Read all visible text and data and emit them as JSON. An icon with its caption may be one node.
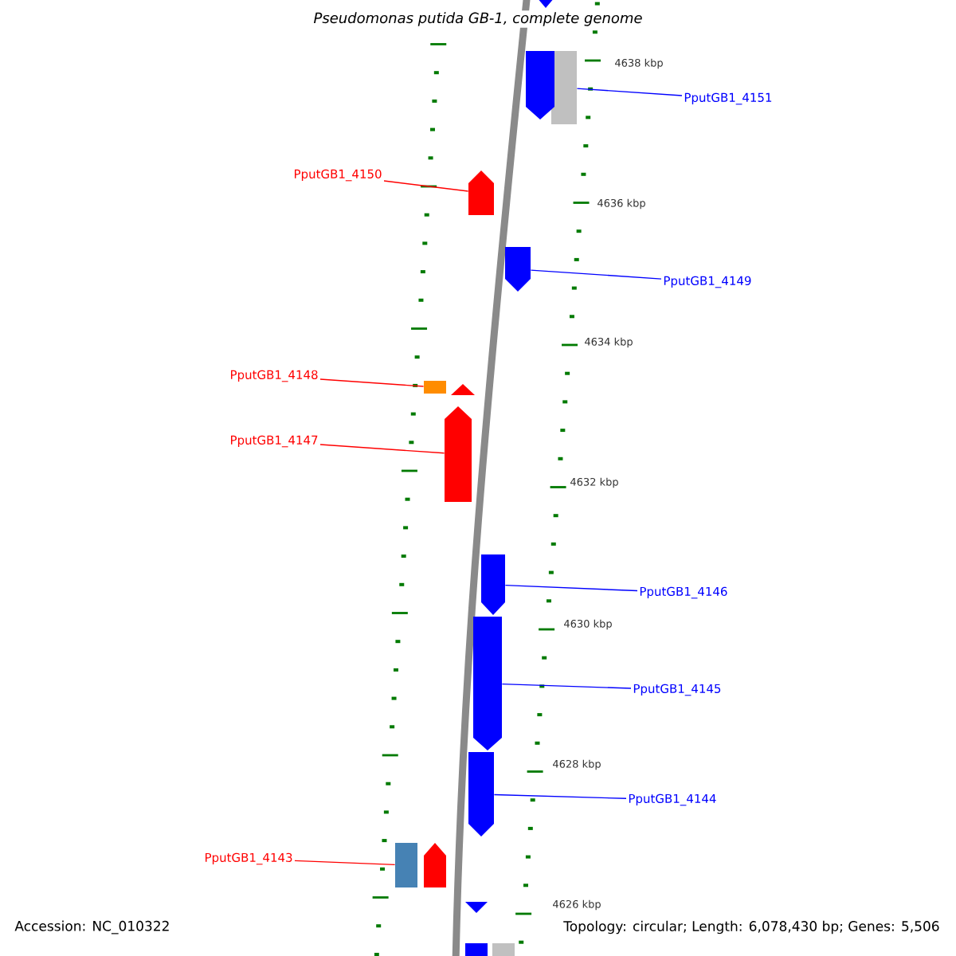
{
  "diagram": {
    "title": "Pseudomonas putida GB-1, complete genome",
    "nodes": [
      {
        "text": [
          "PputGB1_4151"
        ]
      },
      {
        "text": [],
        "shape": "box"
      },
      {
        "text": [
          "PputGB1_4150"
        ]
      },
      {
        "text": [],
        "shape": "arrow"
      },
      {
        "text": [
          "PputGB1_4149"
        ]
      },
      {
        "text": [],
        "shape": "arrow"
      },
      {
        "text": [
          "PputGB1_4148"
        ]
      },
      {
        "text": [],
        "shape": "box"
      },
      {
        "text": [
          "PputGB1_4147"
        ]
      },
      {
        "text": [],
        "shape": "arrow"
      },
      {
        "text": [
          "PputGB1_4146"
        ]
      },
      {
        "text": [],
        "shape": "arrow"
      },
      {
        "text": [
          "PputGB1_4145"
        ]
      },
      {
        "text": [],
        "shape": "arrow"
      },
      {
        "text": [
          "PputGB1_4144"
        ]
      },
      {
        "text": [],
        "shape": "arrow"
      },
      {
        "text": [
          "PputGB1_4143"
        ]
      },
      {
        "text": [],
        "shape": "box"
      },
      {
        "text": [],
        "shape": "arrow"
      },
      {
        "text": [],
        "shape": "arrow"
      },
      {
        "text": [],
        "shape": "arrow"
      },
      {
        "text": [],
        "shape": "arrow"
      },
      {
        "text": [],
        "shape": "arrow"
      },
      {
        "text": [],
        "shape": "box"
      },
      {
        "text": [],
        "shape": "box"
      }
    ],
    "edges": [
      {
        "from": 0,
        "to": 1,
        "arrow": "none"
      },
      {
        "from": 2,
        "to": 3,
        "arrow": "none",
        "color": "#ff0000"
      },
      {
        "from": 4,
        "to": 5,
        "arrow": "none"
      },
      {
        "from": 6,
        "to": 7,
        "arrow": "none",
        "color": "#ff0000"
      },
      {
        "from": 8,
        "to": 9,
        "arrow": "none",
        "color": "#ff0000"
      },
      {
        "from": 10,
        "to": 11,
        "arrow": "none"
      },
      {
        "from": 12,
        "to": 13,
        "arrow": "none"
      },
      {
        "from": 14,
        "to": 15,
        "arrow": "none"
      },
      {
        "from": 16,
        "to": 17,
        "arrow": "none",
        "color": "#ff0000"
      }
    ],
    "labels": [
      "4638 kbp",
      "4636 kbp",
      "4634 kbp",
      "4632 kbp",
      "4630 kbp",
      "4628 kbp",
      "4626 kbp",
      "Accession: NC_010322",
      "Topology: circular; Length: 6,078,430 bp; Genes: 5,506"
    ]
  }
}
